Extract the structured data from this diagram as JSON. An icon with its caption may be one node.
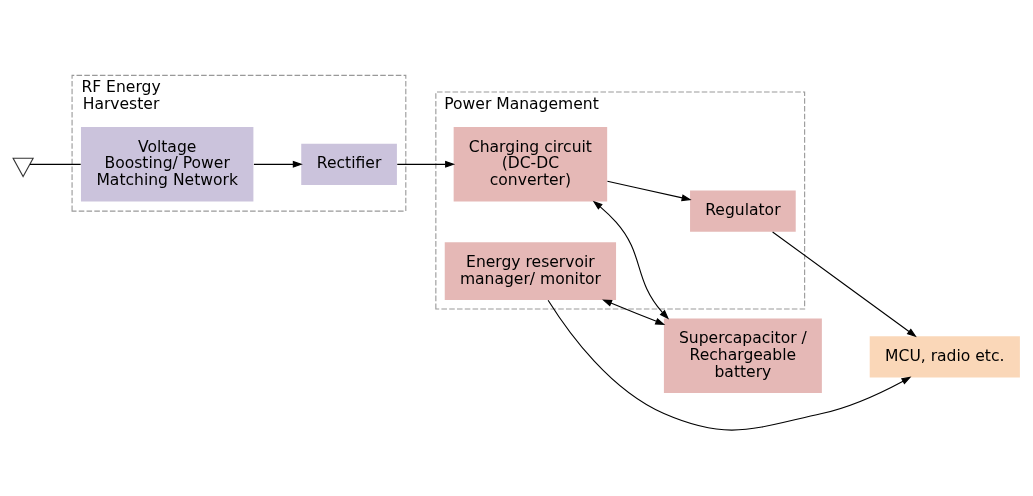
{
  "diagram": {
    "nodes": [
      {
        "text": [
          "RF Energy Harvester"
        ]
      },
      {
        "text": [
          "Voltage Boosting/ Power Matching Network"
        ],
        "in": 0
      },
      {
        "text": [
          "Rectifier"
        ],
        "in": 0
      },
      {
        "text": [
          "Power Management"
        ]
      },
      {
        "text": [
          "Charging circuit (DC-DC converter)"
        ],
        "in": 3
      },
      {
        "text": [
          "Regulator"
        ],
        "in": 3
      },
      {
        "text": [
          "Energy reservoir manager/ monitor"
        ],
        "in": 3
      },
      {
        "text": [
          "MCU, radio etc."
        ]
      },
      {
        "text": [
          "Supercapacitor / Rechargeable battery"
        ]
      },
      {
        "text": [],
        "shape": "antenna"
      }
    ],
    "edges": [
      {
        "from": 9,
        "to": 1,
        "arrow": "none"
      },
      {
        "from": 1,
        "to": 2,
        "arrow": "to"
      },
      {
        "from": 2,
        "to": 4,
        "arrow": "to"
      },
      {
        "from": 4,
        "to": 5,
        "arrow": "to"
      },
      {
        "from": 5,
        "to": 7,
        "arrow": "to"
      },
      {
        "from": 4,
        "to": 8,
        "arrow": "both"
      },
      {
        "from": 6,
        "to": 8,
        "arrow": "both"
      },
      {
        "from": 6,
        "to": 7,
        "arrow": "to"
      }
    ]
  }
}
